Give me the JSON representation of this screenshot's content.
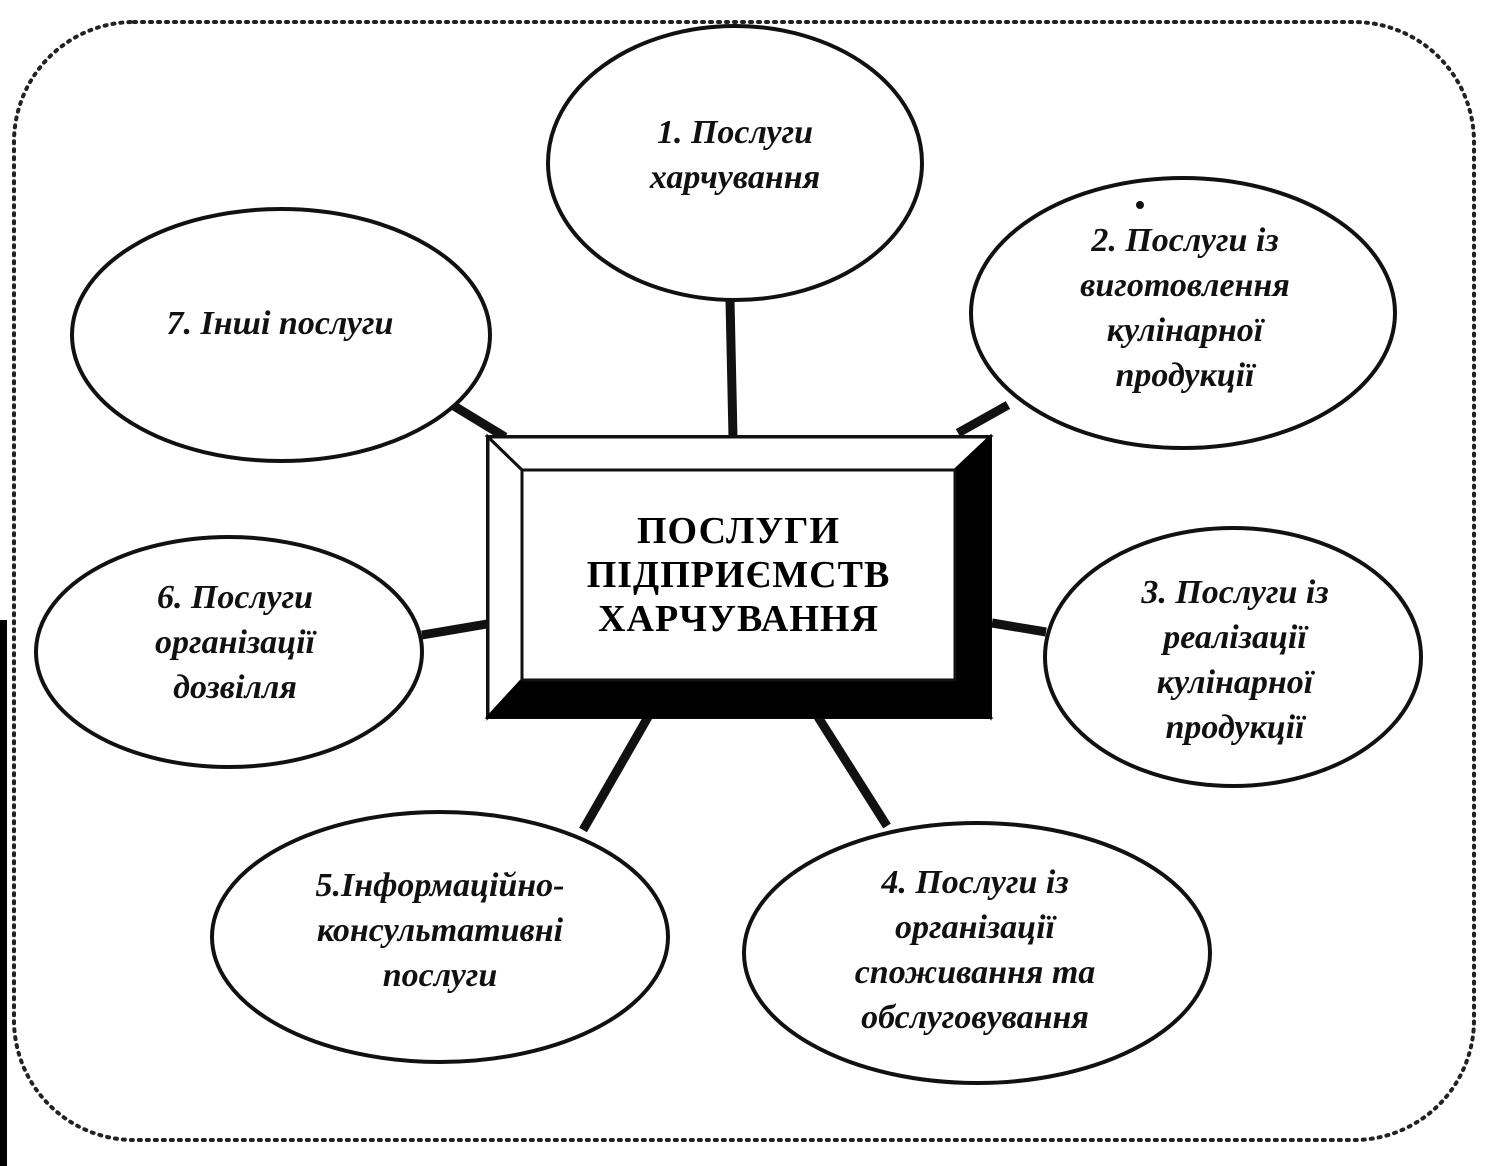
{
  "diagram": {
    "center_label": "ПОСЛУГИ\nПІДПРИЄМСТВ\nХАРЧУВАННЯ",
    "nodes": [
      {
        "id": "n1",
        "label": "1. Послуги\nхарчування"
      },
      {
        "id": "n2",
        "label": "2. Послуги із\nвиготовлення\nкулінарної\nпродукції"
      },
      {
        "id": "n3",
        "label": "3. Послуги із\nреалізації\nкулінарної\nпродукції"
      },
      {
        "id": "n4",
        "label": "4. Послуги із\nорганізації\nспоживання та\nобслуговування"
      },
      {
        "id": "n5",
        "label": "5.Інформаційно-\nконсультативні\nпослуги"
      },
      {
        "id": "n6",
        "label": "6. Послуги\nорганізації\nдозвілля"
      },
      {
        "id": "n7",
        "label": "7. Інші послуги"
      }
    ],
    "edges": [
      {
        "from": "center",
        "to": "n1"
      },
      {
        "from": "center",
        "to": "n2"
      },
      {
        "from": "center",
        "to": "n3"
      },
      {
        "from": "center",
        "to": "n4"
      },
      {
        "from": "center",
        "to": "n5"
      },
      {
        "from": "center",
        "to": "n6"
      },
      {
        "from": "center",
        "to": "n7"
      }
    ],
    "colors": {
      "ink": "#111111",
      "frame": "#222222",
      "paper": "#ffffff",
      "shadow": "#000000"
    }
  }
}
